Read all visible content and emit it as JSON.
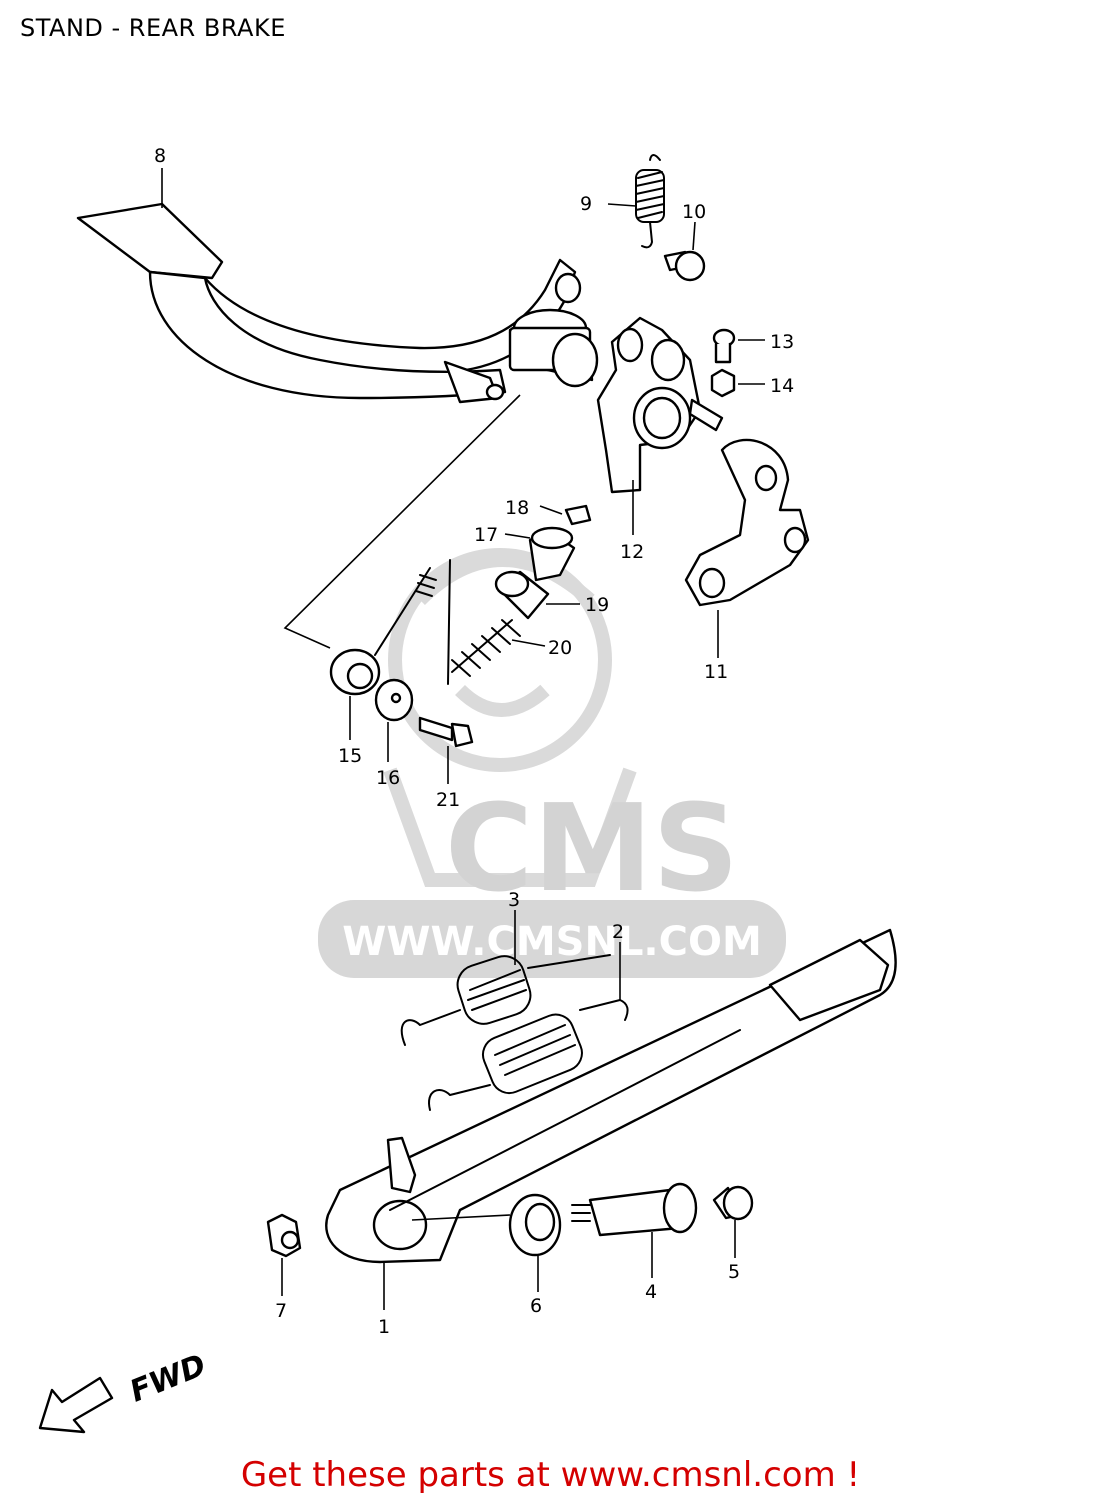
{
  "header": {
    "title": "STAND - REAR BRAKE"
  },
  "watermark": {
    "brand": "CMS",
    "url": "WWW.CMSNL.COM"
  },
  "direction_marker": {
    "label": "FWD"
  },
  "parts": [
    {
      "id": "1"
    },
    {
      "id": "2"
    },
    {
      "id": "3"
    },
    {
      "id": "4"
    },
    {
      "id": "5"
    },
    {
      "id": "6"
    },
    {
      "id": "7"
    },
    {
      "id": "8"
    },
    {
      "id": "9"
    },
    {
      "id": "10"
    },
    {
      "id": "11"
    },
    {
      "id": "12"
    },
    {
      "id": "13"
    },
    {
      "id": "14"
    },
    {
      "id": "15"
    },
    {
      "id": "16"
    },
    {
      "id": "17"
    },
    {
      "id": "18"
    },
    {
      "id": "19"
    },
    {
      "id": "20"
    },
    {
      "id": "21"
    }
  ],
  "footer": {
    "link_text": "Get these parts at www.cmsnl.com !"
  },
  "colors": {
    "link": "#d40000",
    "line": "#000000",
    "watermark": "#cfcfcf"
  }
}
